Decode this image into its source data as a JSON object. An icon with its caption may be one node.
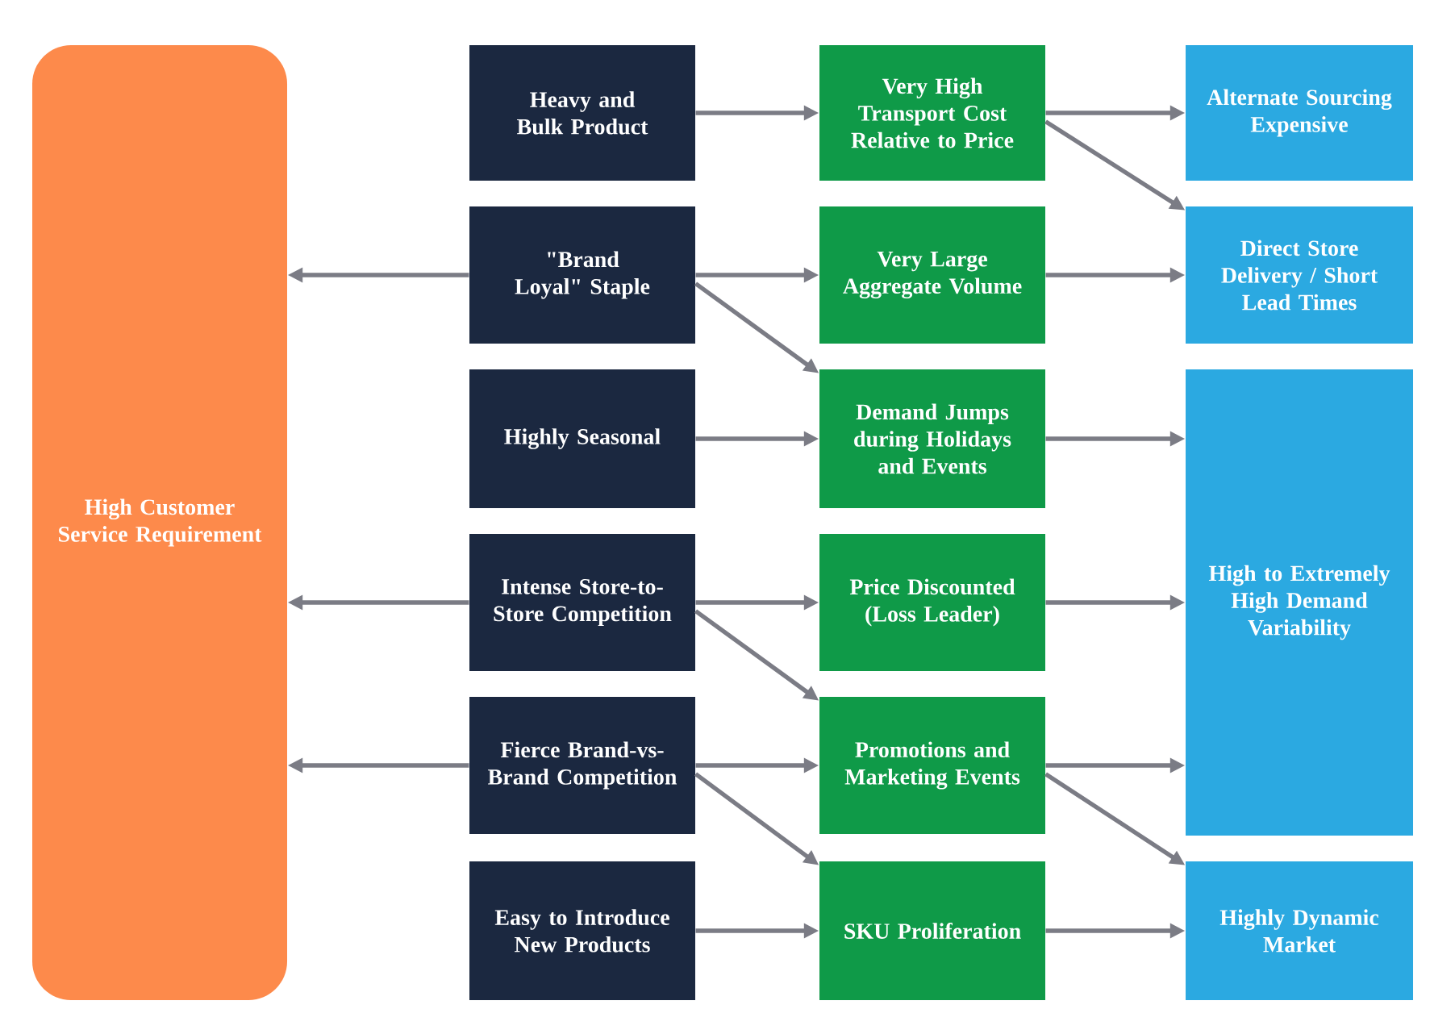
{
  "diagram": {
    "nodes": [
      {
        "text": [
          "High Customer Service Requirement"
        ]
      },
      {
        "text": [
          "Heavy and Bulk Product"
        ]
      },
      {
        "text": [
          "\"Brand Loyal\" Staple"
        ]
      },
      {
        "text": [
          "Highly Seasonal"
        ]
      },
      {
        "text": [
          "Intense Store-to-Store Competition"
        ]
      },
      {
        "text": [
          "Fierce Brand-vs-Brand Competition"
        ]
      },
      {
        "text": [
          "Easy to Introduce New Products"
        ]
      },
      {
        "text": [
          "Very High Transport Cost Relative to Price"
        ]
      },
      {
        "text": [
          "Very Large Aggregate Volume"
        ]
      },
      {
        "text": [
          "Demand Jumps during Holidays and Events"
        ]
      },
      {
        "text": [
          "Price Discounted (Loss Leader)"
        ]
      },
      {
        "text": [
          "Promotions and Marketing Events"
        ]
      },
      {
        "text": [
          "SKU Proliferation"
        ]
      },
      {
        "text": [
          "Alternate Sourcing Expensive"
        ]
      },
      {
        "text": [
          "Direct Store Delivery / Short Lead Times"
        ]
      },
      {
        "text": [
          "High to Extremely High Demand Variability"
        ]
      },
      {
        "text": [
          "Highly Dynamic Market"
        ]
      }
    ],
    "edges": [
      {
        "from": 1,
        "to": 7,
        "arrow": "to"
      },
      {
        "from": 7,
        "to": 13,
        "arrow": "to"
      },
      {
        "from": 7,
        "to": 14,
        "arrow": "to"
      },
      {
        "from": 2,
        "to": 0,
        "arrow": "to"
      },
      {
        "from": 2,
        "to": 8,
        "arrow": "to"
      },
      {
        "from": 2,
        "to": 9,
        "arrow": "to"
      },
      {
        "from": 8,
        "to": 14,
        "arrow": "to"
      },
      {
        "from": 3,
        "to": 9,
        "arrow": "to"
      },
      {
        "from": 9,
        "to": 15,
        "arrow": "to"
      },
      {
        "from": 4,
        "to": 0,
        "arrow": "to"
      },
      {
        "from": 4,
        "to": 10,
        "arrow": "to"
      },
      {
        "from": 4,
        "to": 11,
        "arrow": "to"
      },
      {
        "from": 10,
        "to": 15,
        "arrow": "to"
      },
      {
        "from": 5,
        "to": 0,
        "arrow": "to"
      },
      {
        "from": 5,
        "to": 11,
        "arrow": "to"
      },
      {
        "from": 5,
        "to": 12,
        "arrow": "to"
      },
      {
        "from": 11,
        "to": 15,
        "arrow": "to"
      },
      {
        "from": 11,
        "to": 16,
        "arrow": "to"
      },
      {
        "from": 6,
        "to": 12,
        "arrow": "to"
      },
      {
        "from": 12,
        "to": 16,
        "arrow": "to"
      }
    ]
  }
}
